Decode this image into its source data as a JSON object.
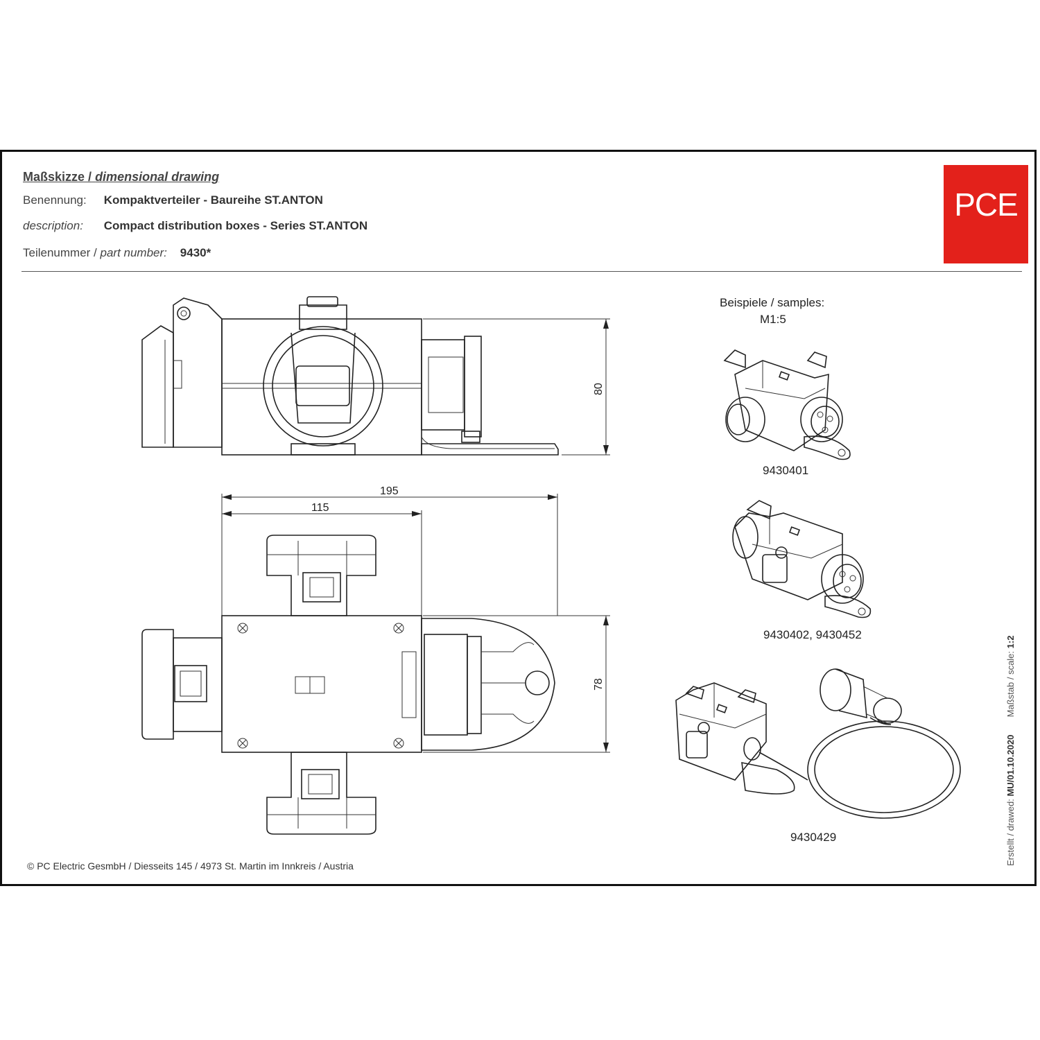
{
  "header": {
    "title_de": "Maßskizze /",
    "title_en": "dimensional drawing",
    "benennung_label": "Benennung:",
    "benennung_value": "Kompaktverteiler - Baureihe ST.ANTON",
    "description_label": "description:",
    "description_value": "Compact distribution boxes - Series ST.ANTON",
    "part_label_de": "Teilenummer /",
    "part_label_en": "part number:",
    "part_value": "9430*"
  },
  "logo": {
    "text": "PCE",
    "color": "#e3211b"
  },
  "samples": {
    "title": "Beispiele / samples:",
    "scale": "M1:5",
    "items": [
      "9430401",
      "9430402, 9430452",
      "9430429"
    ]
  },
  "dimensions": {
    "height_side": "80",
    "overall_length": "195",
    "body_length": "115",
    "width_top": "78"
  },
  "footer": {
    "copyright": "© PC Electric GesmbH / Diesseits 145 / 4973 St. Martin im Innkreis / Austria"
  },
  "sidebar": {
    "drawn_label": "Erstellt / drawed:",
    "drawn_value": "MU/01.10.2020",
    "scale_label": "Maßstab / scale:",
    "scale_value": "1:2"
  }
}
